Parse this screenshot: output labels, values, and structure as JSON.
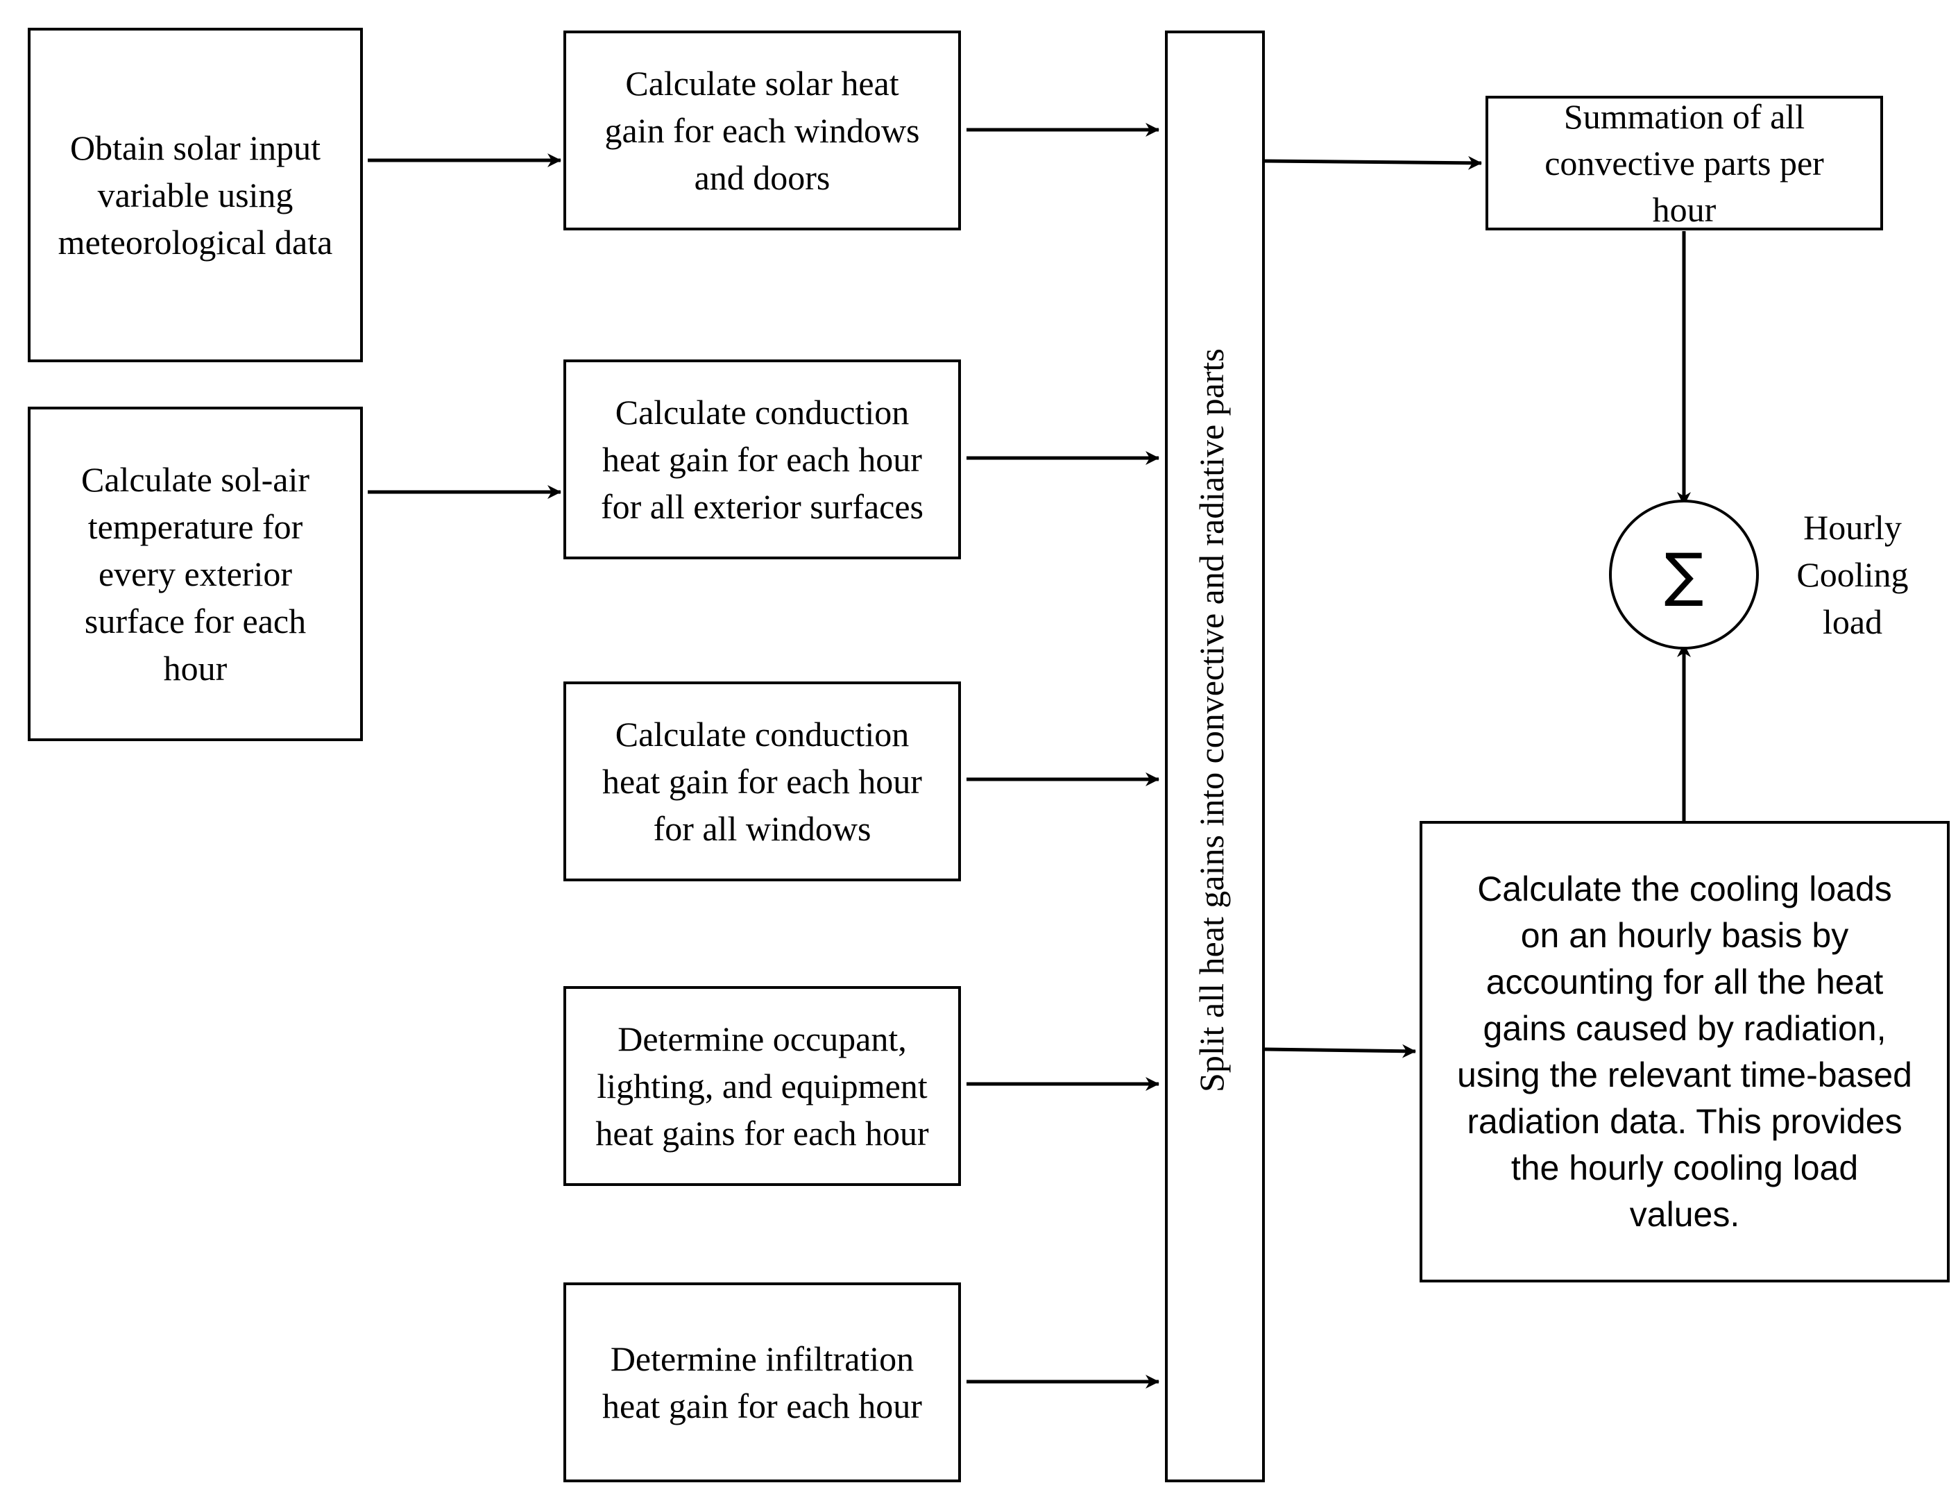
{
  "nodes": {
    "solar_input": "Obtain solar input\nvariable using\nmeteorological  data",
    "sol_air": "Calculate sol-air\ntemperature for\nevery exterior\nsurface for each\nhour",
    "solar_gain": "Calculate solar heat\ngain for each windows\nand doors",
    "conduction_surfaces": "Calculate conduction\nheat gain for each hour\nfor all exterior surfaces",
    "conduction_windows": "Calculate conduction\nheat gain for each hour\nfor all windows",
    "internal_gains": "Determine occupant,\nlighting, and equipment\nheat gains for each hour",
    "infiltration": "Determine infiltration\nheat gain for each hour",
    "split": "Split all heat gains into convective and radiative parts",
    "convective_sum": "Summation of all\nconvective parts per\nhour",
    "radiative_calc": "Calculate the cooling loads\non an hourly basis by\naccounting for all the heat\ngains caused by radiation,\nusing the relevant time-based\nradiation data. This provides\nthe hourly cooling load\nvalues.",
    "output_label": "Hourly\nCooling\nload",
    "sum_symbol": "∑"
  },
  "style": {
    "stroke": "#000000",
    "background": "#ffffff"
  }
}
